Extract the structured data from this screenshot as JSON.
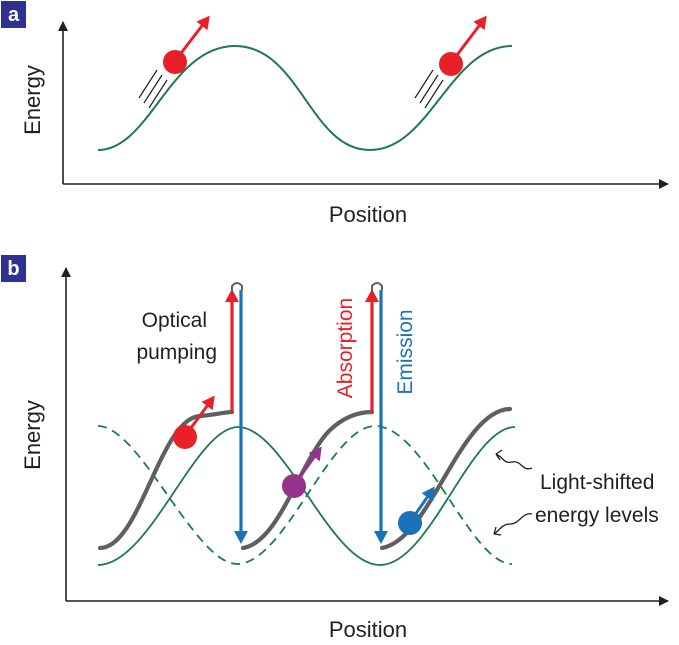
{
  "panel_a": {
    "label": "a",
    "y_axis_label": "Energy",
    "x_axis_label": "Position"
  },
  "panel_b": {
    "label": "b",
    "y_axis_label": "Energy",
    "x_axis_label": "Position",
    "annotations": {
      "optical_pumping_line1": "Optical",
      "optical_pumping_line2": "pumping",
      "absorption": "Absorption",
      "emission": "Emission",
      "light_shifted_line1": "Light-shifted",
      "light_shifted_line2": "energy levels"
    }
  },
  "colors": {
    "badge": "#2e3192",
    "potential_green": "#1b7a4e",
    "active_path_gray": "#5f5f5f",
    "absorption_red": "#e8202a",
    "emission_blue": "#1a72b8",
    "atom_red": "#e8202a",
    "atom_purple": "#93338c",
    "atom_blue": "#1a72b8",
    "axis": "#231f20"
  }
}
